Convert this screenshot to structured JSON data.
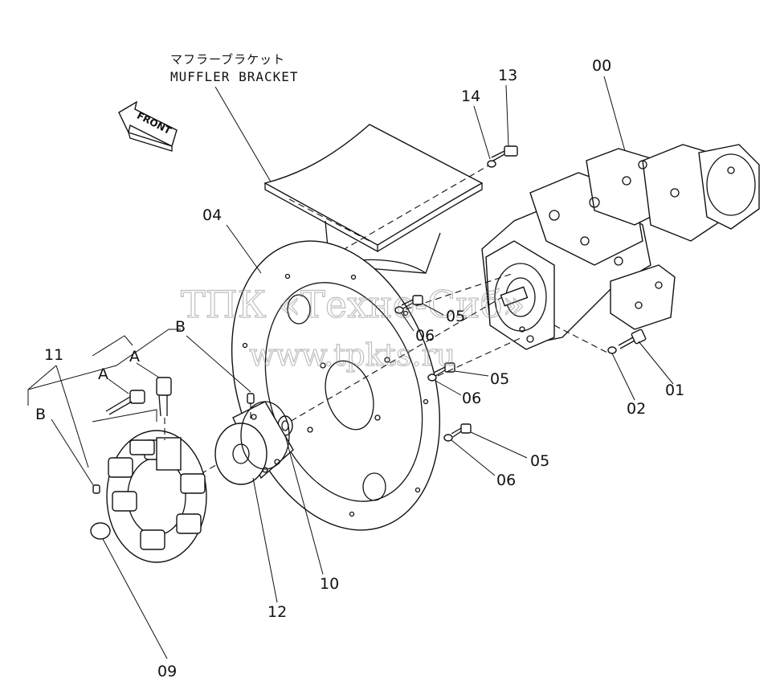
{
  "header": {
    "bracket_label_jp": "マフラーブラケット",
    "bracket_label_en": "MUFFLER BRACKET",
    "front_arrow": "FRONT"
  },
  "watermark": {
    "line1": "ТПК «Техно-Сиб»",
    "line2": "www.tpkts.ru"
  },
  "callouts": {
    "c00": "00",
    "c01": "01",
    "c02": "02",
    "c04": "04",
    "c05a": "05",
    "c05b": "05",
    "c05c": "05",
    "c06a": "06",
    "c06b": "06",
    "c06c": "06",
    "c09": "09",
    "c10": "10",
    "c11": "11",
    "c12": "12",
    "c13": "13",
    "c14": "14",
    "cA1": "A",
    "cA2": "A",
    "cB1": "B",
    "cB2": "B"
  }
}
